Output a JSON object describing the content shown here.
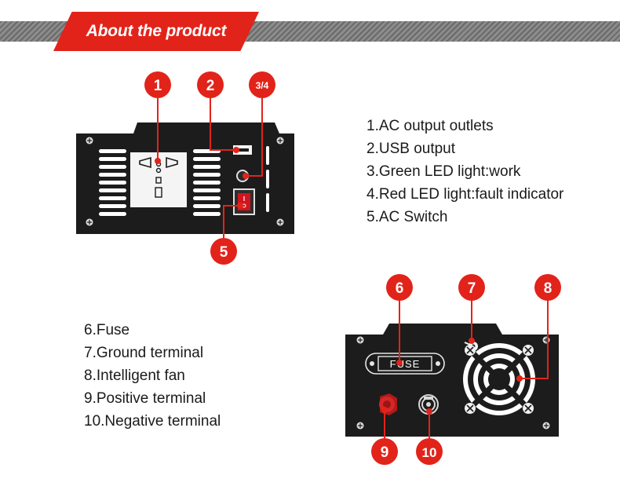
{
  "header": {
    "title": "About the product"
  },
  "top_panel": {
    "badges": [
      "1",
      "2",
      "3/4",
      "5"
    ],
    "items": [
      "1.AC output outlets",
      "2.USB output",
      "3.Green LED light:work",
      "4.Red LED light:fault indicator",
      "5.AC Switch"
    ]
  },
  "bottom_panel": {
    "badges": [
      "6",
      "7",
      "8",
      "9",
      "10"
    ],
    "fuse_label": "FUSE",
    "items": [
      "6.Fuse",
      "7.Ground terminal",
      "8.Intelligent fan",
      "9.Positive terminal",
      "10.Negative terminal"
    ]
  },
  "colors": {
    "accent": "#e2231a",
    "panel": "#1c1c1c",
    "stripe": "#7a7a7a"
  }
}
